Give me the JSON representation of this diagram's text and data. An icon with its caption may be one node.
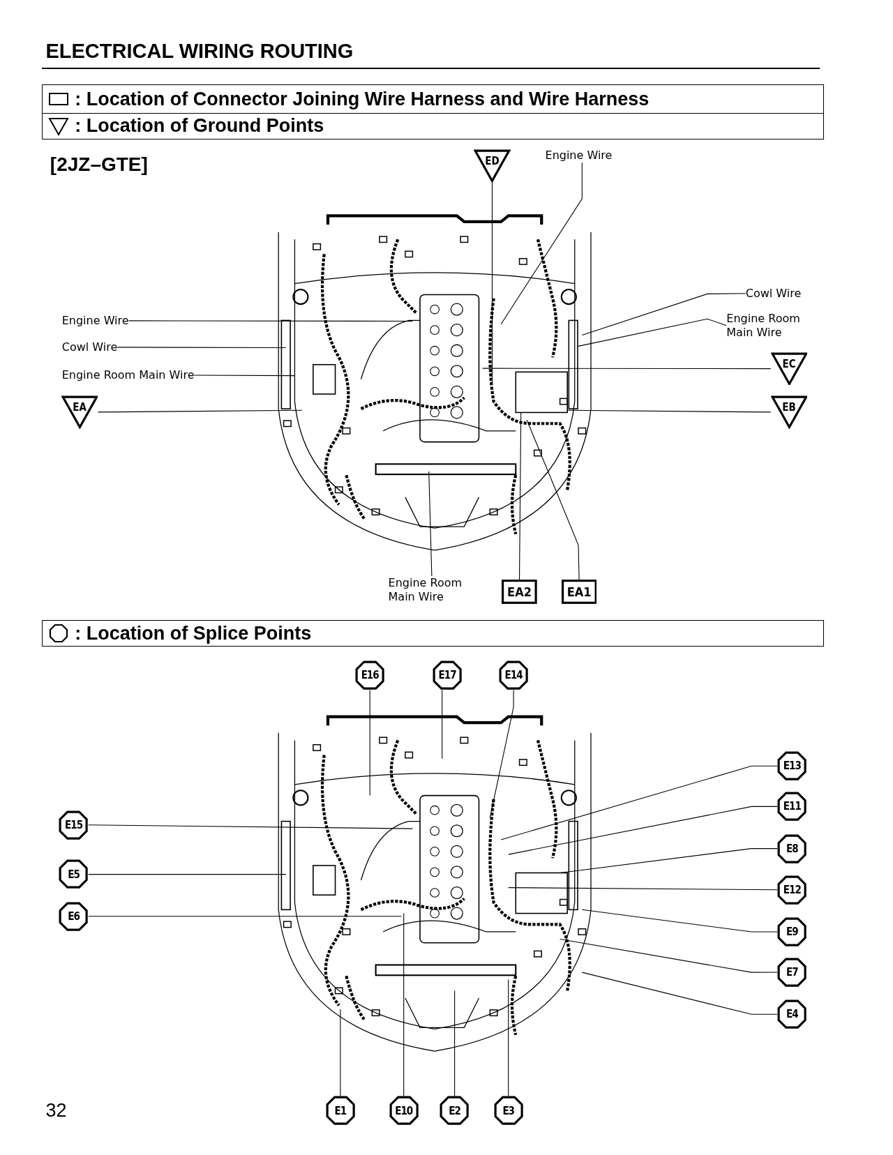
{
  "diagram": {
    "title": "ELECTRICAL WIRING ROUTING",
    "nodes": [
      {
        "text": [
          "ED"
        ]
      },
      {
        "text": [
          "Engine Wire"
        ]
      },
      {
        "text": [
          "Engine Wire"
        ]
      },
      {
        "text": [
          "Cowl Wire"
        ]
      },
      {
        "text": [
          "Engine Room Main Wire"
        ]
      },
      {
        "text": [
          "Cowl Wire"
        ]
      },
      {
        "text": [
          "Engine Room Main Wire"
        ]
      },
      {
        "text": [
          "EC"
        ]
      },
      {
        "text": [
          "EA"
        ]
      },
      {
        "text": [
          "EB"
        ]
      },
      {
        "text": [
          "Engine Room Main Wire"
        ]
      },
      {
        "text": [
          "EA2"
        ]
      },
      {
        "text": [
          "EA1"
        ]
      },
      {
        "text": [
          "E16"
        ]
      },
      {
        "text": [
          "E17"
        ]
      },
      {
        "text": [
          "E14"
        ]
      },
      {
        "text": [
          "E13"
        ]
      },
      {
        "text": [
          "E15"
        ]
      },
      {
        "text": [
          "E11"
        ]
      },
      {
        "text": [
          "E8"
        ]
      },
      {
        "text": [
          "E5"
        ]
      },
      {
        "text": [
          "E12"
        ]
      },
      {
        "text": [
          "E6"
        ]
      },
      {
        "text": [
          "E9"
        ]
      },
      {
        "text": [
          "E7"
        ]
      },
      {
        "text": [
          "E4"
        ]
      },
      {
        "text": [
          "E1"
        ]
      },
      {
        "text": [
          "E10"
        ]
      },
      {
        "text": [
          "E2"
        ]
      },
      {
        "text": [
          "E3"
        ]
      }
    ],
    "edges": [
      {
        "from": 0,
        "to": null,
        "arrow": "none"
      },
      {
        "from": 1,
        "to": null,
        "arrow": "none"
      },
      {
        "from": 2,
        "to": null,
        "arrow": "none"
      },
      {
        "from": 3,
        "to": null,
        "arrow": "none"
      },
      {
        "from": 4,
        "to": null,
        "arrow": "none"
      },
      {
        "from": 5,
        "to": null,
        "arrow": "none"
      },
      {
        "from": 6,
        "to": null,
        "arrow": "none"
      },
      {
        "from": 7,
        "to": null,
        "arrow": "none"
      },
      {
        "from": 8,
        "to": null,
        "arrow": "none"
      },
      {
        "from": 9,
        "to": null,
        "arrow": "none"
      },
      {
        "from": 10,
        "to": null,
        "arrow": "none"
      },
      {
        "from": 11,
        "to": null,
        "arrow": "none"
      },
      {
        "from": 12,
        "to": null,
        "arrow": "none"
      },
      {
        "from": 13,
        "to": null,
        "arrow": "none"
      },
      {
        "from": 14,
        "to": null,
        "arrow": "none"
      },
      {
        "from": 15,
        "to": null,
        "arrow": "none"
      },
      {
        "from": 16,
        "to": null,
        "arrow": "none"
      },
      {
        "from": 17,
        "to": null,
        "arrow": "none"
      },
      {
        "from": 18,
        "to": null,
        "arrow": "none"
      },
      {
        "from": 19,
        "to": null,
        "arrow": "none"
      },
      {
        "from": 20,
        "to": null,
        "arrow": "none"
      },
      {
        "from": 21,
        "to": null,
        "arrow": "none"
      },
      {
        "from": 22,
        "to": null,
        "arrow": "none"
      },
      {
        "from": 23,
        "to": null,
        "arrow": "none"
      },
      {
        "from": 24,
        "to": null,
        "arrow": "none"
      },
      {
        "from": 25,
        "to": null,
        "arrow": "none"
      },
      {
        "from": 26,
        "to": null,
        "arrow": "none"
      },
      {
        "from": 27,
        "to": null,
        "arrow": "none"
      },
      {
        "from": 28,
        "to": null,
        "arrow": "none"
      },
      {
        "from": 29,
        "to": null,
        "arrow": "none"
      }
    ],
    "labels": [
      "[2JZ–GTE]",
      "32"
    ],
    "legend": [
      {
        "text": ": Location of Connector Joining Wire Harness and Wire Harness"
      },
      {
        "text": ": Location of Ground Points"
      },
      {
        "text": ": Location of Splice Points"
      }
    ]
  }
}
